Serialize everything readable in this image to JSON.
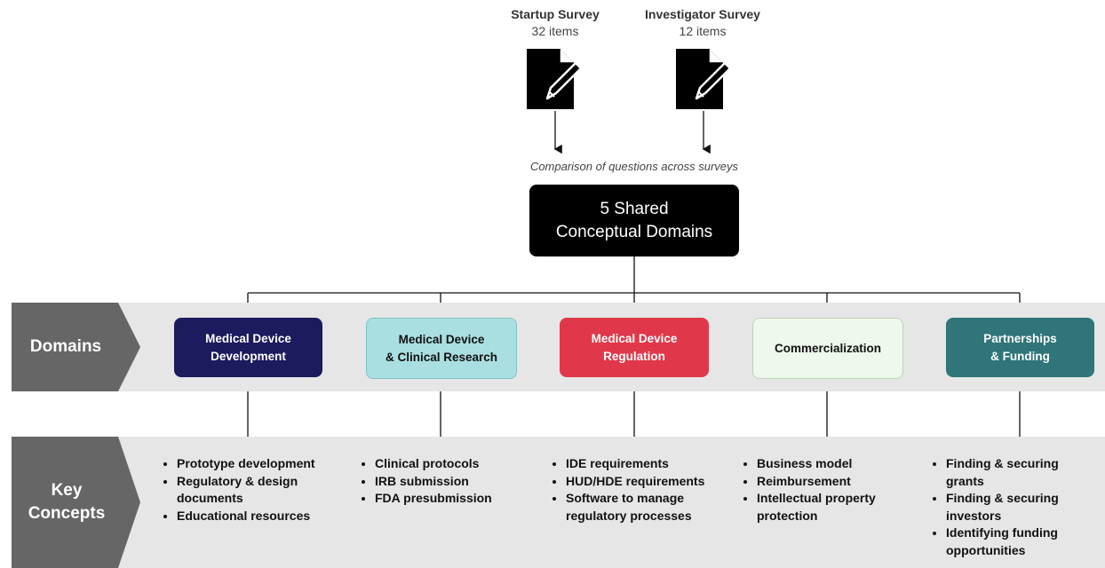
{
  "surveys": [
    {
      "title": "Startup Survey",
      "items": "32 items"
    },
    {
      "title": "Investigator Survey",
      "items": "12 items"
    }
  ],
  "comparison_note": "Comparison of questions across surveys",
  "shared": {
    "line1": "5 Shared",
    "line2": "Conceptual Domains"
  },
  "bands": {
    "domains_label": "Domains",
    "concepts_label_line1": "Key",
    "concepts_label_line2": "Concepts"
  },
  "domains": [
    {
      "line1": "Medical Device",
      "line2": "Development",
      "color": "#1b1b5e",
      "text_color": "#ffffff"
    },
    {
      "line1": "Medical Device",
      "line2": "& Clinical Research",
      "color": "#a9dfe0",
      "text_color": "#111111"
    },
    {
      "line1": "Medical Device",
      "line2": "Regulation",
      "color": "#e0384a",
      "text_color": "#ffffff"
    },
    {
      "line1": "Commercialization",
      "line2": "",
      "color": "#eef8ec",
      "text_color": "#111111"
    },
    {
      "line1": "Partnerships",
      "line2": "& Funding",
      "color": "#2f7579",
      "text_color": "#ffffff"
    }
  ],
  "concepts": [
    [
      "Prototype development",
      "Regulatory & design documents",
      "Educational resources"
    ],
    [
      "Clinical protocols",
      "IRB submission",
      "FDA presubmission"
    ],
    [
      "IDE requirements",
      "HUD/HDE requirements",
      "Software to manage regulatory processes"
    ],
    [
      "Business model",
      "Reimbursement",
      "Intellectual property protection"
    ],
    [
      "Finding & securing grants",
      "Finding & securing investors",
      "Identifying funding opportunities"
    ]
  ],
  "icons": {
    "survey": "document-pencil-icon",
    "arrow": "arrow-down-icon"
  },
  "colors": {
    "band": "#e6e6e6",
    "band_label": "#666666",
    "shared_box": "#000000"
  }
}
